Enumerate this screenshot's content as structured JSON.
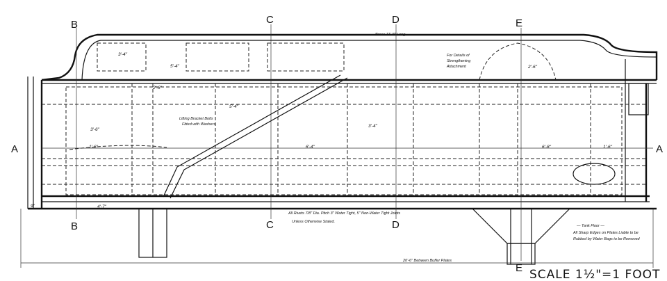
{
  "drawing": {
    "sections": {
      "a": "A",
      "b": "B",
      "c": "C",
      "d": "D",
      "e": "E"
    },
    "notes": {
      "rivets_line1": "All Rivets 7/8\" Dia. Pitch 3\" Water Tight, 5\" Non-Water Tight Joints",
      "rivets_line2": "Unless Otherwise Stated.",
      "tank_floor_title": "— Tank Floor —",
      "tank_floor_line1": "All Sharp Edges on Plates Liable to be",
      "tank_floor_line2": "Rubbed by Water Bags to be Removed",
      "details_line1": "For Details of",
      "details_line2": "Strengthening",
      "details_line3": "Attachment",
      "lifting_line1": "Lifting Bracket Bolts",
      "lifting_line2": "Fitted with Washers",
      "overall_length": "20'-6\" Between Buffer Plates",
      "top_length": "Brace 11'-8\" Long"
    },
    "dimensions": [
      "5'-4\"",
      "3'-4\"",
      "6'-4\"",
      "2'-6\"",
      "3'-6\"",
      "1'-6\"",
      "4'-7\"",
      "5'-4\"",
      "3'-4\"",
      "6'-8\"",
      "2'-6\"",
      "1'-6\"",
      "9\""
    ],
    "scale": "SCALE 1½\"=1 FOOT"
  }
}
